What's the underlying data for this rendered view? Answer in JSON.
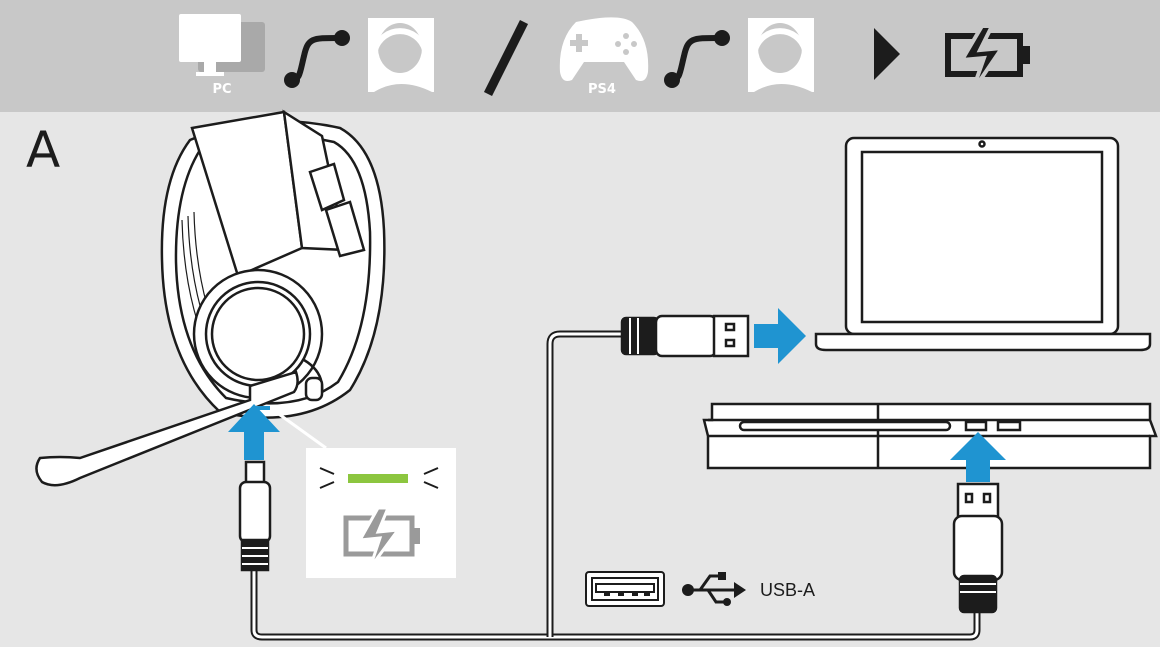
{
  "header": {
    "pc_label": "PC",
    "ps4_label": "PS4",
    "separator": "/"
  },
  "panel": {
    "letter": "A"
  },
  "legend": {
    "usb_label": "USB-A"
  },
  "icons": [
    "pc-monitor-icon",
    "cable-icon",
    "headset-user-icon",
    "gamepad-icon",
    "play-arrow-icon",
    "battery-charging-icon",
    "usb-symbol-icon",
    "usb-port-icon"
  ],
  "colors": {
    "header_bg": "#c8c8c8",
    "panel_bg": "#e6e6e6",
    "arrow_blue": "#1f94d1",
    "led_green": "#8cc63f",
    "line_dark": "#1c1c1c"
  }
}
